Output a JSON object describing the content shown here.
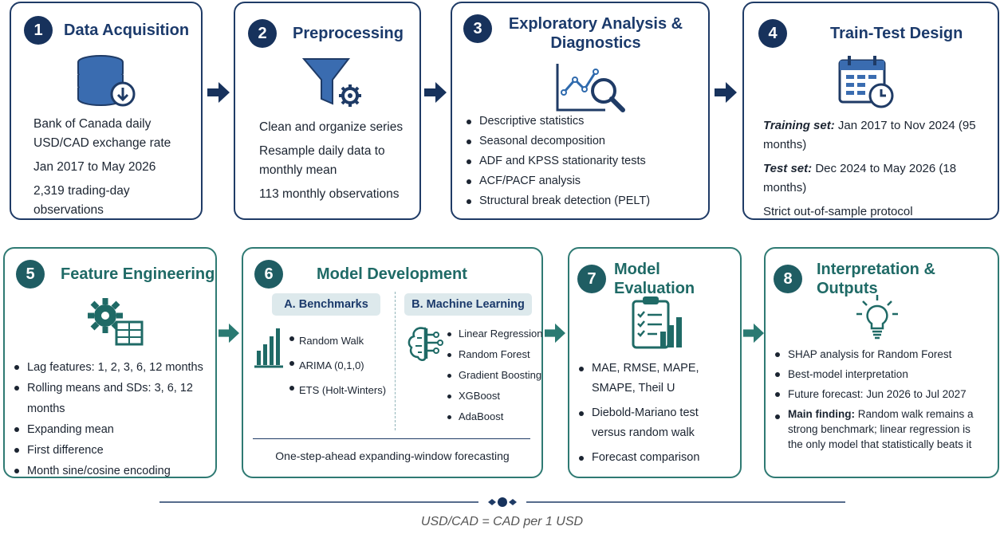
{
  "steps": [
    {
      "num": "1",
      "title": "Data Acquisition",
      "icon": "database-download-icon",
      "lines": [
        "Bank of Canada daily USD/CAD exchange rate",
        "Jan 2017 to May 2026",
        "2,319 trading-day observations"
      ]
    },
    {
      "num": "2",
      "title": "Preprocessing",
      "icon": "funnel-gear-icon",
      "lines": [
        "Clean and organize series",
        "Resample daily data to monthly mean",
        "113 monthly observations"
      ]
    },
    {
      "num": "3",
      "title": "Exploratory Analysis & Diagnostics",
      "icon": "chart-magnifier-icon",
      "bullets": [
        "Descriptive statistics",
        "Seasonal decomposition",
        "ADF and KPSS stationarity tests",
        "ACF/PACF analysis",
        "Structural break detection (PELT)"
      ]
    },
    {
      "num": "4",
      "title": "Train-Test Design",
      "icon": "calendar-clock-icon",
      "train_label": "Training set:",
      "train_value": "Jan 2017 to Nov 2024 (95 months)",
      "test_label": "Test set:",
      "test_value": "Dec 2024 to May 2026 (18 months)",
      "protocol": "Strict out-of-sample protocol"
    },
    {
      "num": "5",
      "title": "Feature Engineering",
      "icon": "gear-table-icon",
      "bullets": [
        "Lag features: 1, 2, 3, 6, 12 months",
        "Rolling means and SDs: 3, 6, 12 months",
        "Expanding mean",
        "First difference",
        "Month sine/cosine encoding"
      ]
    },
    {
      "num": "6",
      "title": "Model Development",
      "bench_label": "A. Benchmarks",
      "bench_icon": "bar-chart-icon",
      "bench": [
        "Random Walk",
        "ARIMA (0,1,0)",
        "ETS (Holt-Winters)"
      ],
      "ml_label": "B. Machine Learning",
      "ml_icon": "brain-circuit-icon",
      "ml": [
        "Linear Regression",
        "Random Forest",
        "Gradient Boosting",
        "XGBoost",
        "AdaBoost"
      ],
      "footer": "One-step-ahead expanding-window forecasting"
    },
    {
      "num": "7",
      "title": "Model Evaluation",
      "icon": "clipboard-chart-icon",
      "bullets": [
        "MAE, RMSE, MAPE, SMAPE, Theil U",
        "Diebold-Mariano test versus random walk",
        "Forecast comparison"
      ]
    },
    {
      "num": "8",
      "title": "Interpretation & Outputs",
      "icon": "lightbulb-icon",
      "bullets": [
        "SHAP analysis for Random Forest",
        "Best-model interpretation",
        "Future forecast: Jun 2026 to Jul 2027"
      ],
      "finding_label": "Main finding:",
      "finding_text": "Random walk remains a strong benchmark; linear regression is the only model that statistically beats it"
    }
  ],
  "footnote": "USD/CAD = CAD per 1 USD",
  "colors": {
    "navy": "#1f3b66",
    "teal": "#2f7a73",
    "arrow_navy": "#17325c",
    "arrow_teal": "#2a7a72"
  }
}
